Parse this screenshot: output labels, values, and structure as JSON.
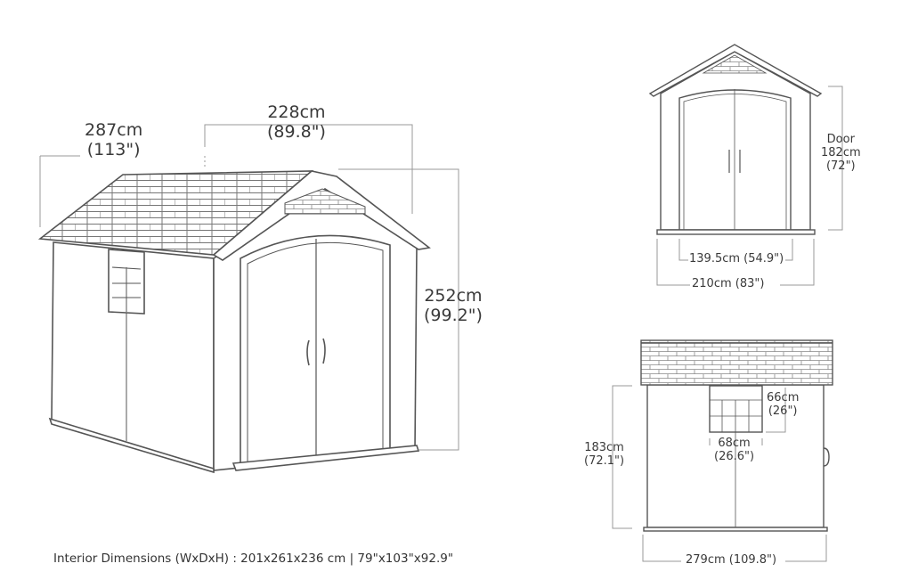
{
  "main_view": {
    "depth": {
      "cm": "287cm",
      "in": "(113\")"
    },
    "width": {
      "cm": "228cm",
      "in": "(89.8\")"
    },
    "height": {
      "cm": "252cm",
      "in": "(99.2\")"
    }
  },
  "front_view": {
    "door_label": "Door",
    "door_height": {
      "cm": "182cm",
      "in": "(72\")"
    },
    "door_width": "139.5cm (54.9\")",
    "total_width": "210cm (83\")"
  },
  "side_view": {
    "wall_height": {
      "cm": "183cm",
      "in": "(72.1\")"
    },
    "window_height": {
      "cm": "66cm",
      "in": "(26\")"
    },
    "window_width": {
      "cm": "68cm",
      "in": "(26.6\")"
    },
    "total_depth": "279cm (109.8\")"
  },
  "footer": {
    "interior_dimensions": "Interior Dimensions (WxDxH) : 201x261x236 cm | 79\"x103\"x92.9\""
  },
  "colors": {
    "line": "#555555",
    "dim": "#9a9a9a"
  }
}
